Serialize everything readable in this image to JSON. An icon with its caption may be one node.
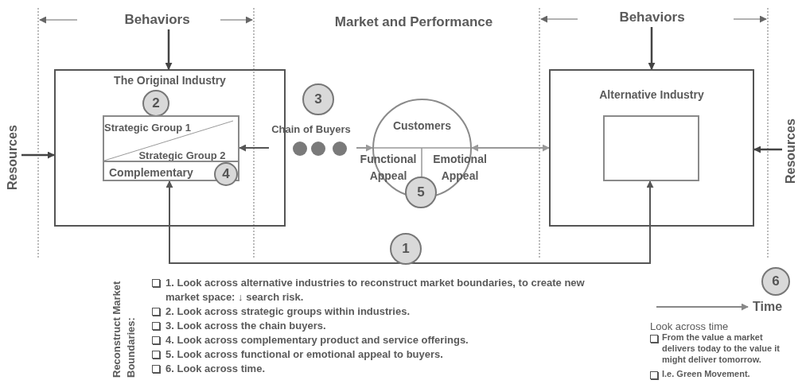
{
  "diagram": {
    "nodes": [
      {
        "text": [
          "Behaviors"
        ]
      },
      {
        "text": [
          "Behaviors"
        ]
      },
      {
        "text": [
          "Resources"
        ]
      },
      {
        "text": [
          "The Original Industry"
        ]
      },
      {
        "text": [
          "2"
        ],
        "in": 3
      },
      {
        "text": [
          "Strategic Group 1",
          "Strategic Group 2"
        ],
        "in": 3
      },
      {
        "text": [
          "Complementary"
        ],
        "in": 5
      },
      {
        "text": [
          "4"
        ],
        "in": 3
      },
      {
        "text": [
          "3"
        ]
      },
      {
        "text": [
          "Chain of Buyers"
        ]
      },
      {
        "text": [
          "Customers",
          "Functional Appeal",
          "Emotional Appeal"
        ]
      },
      {
        "text": [
          "5"
        ]
      },
      {
        "text": [
          "Alternative Industry"
        ]
      },
      {
        "text": [],
        "shape": "box",
        "in": 12
      },
      {
        "text": [
          "Resources"
        ]
      },
      {
        "text": [
          "1"
        ]
      },
      {
        "text": [
          "6"
        ]
      }
    ],
    "edges": [
      {
        "from": 0,
        "to": 3,
        "arrow": "to"
      },
      {
        "from": 1,
        "to": 12,
        "arrow": "to"
      },
      {
        "from": 2,
        "to": 3,
        "arrow": "to"
      },
      {
        "from": 14,
        "to": 12,
        "arrow": "to"
      },
      {
        "from": 9,
        "to": 5,
        "arrow": "to"
      },
      {
        "from": 9,
        "to": 10,
        "arrow": "to"
      },
      {
        "from": 10,
        "to": 12,
        "arrow": "both"
      },
      {
        "from": 6,
        "to": 13,
        "arrow": "both"
      }
    ],
    "labels": [
      "Market and Performance",
      "Reconstruct Market Boundaries:",
      "1. Look across alternative industries to reconstruct market boundaries, to create new market space: ↓ search risk.",
      "2. Look across strategic groups within industries.",
      "3. Look across the chain buyers.",
      "4. Look across complementary product and service offerings.",
      "5. Look across functional or emotional appeal to buyers.",
      "6. Look across time.",
      "Time",
      "Look across time",
      "From the value a market delivers today to the value it might deliver tomorrow.",
      "I.e. Green Movement."
    ]
  }
}
